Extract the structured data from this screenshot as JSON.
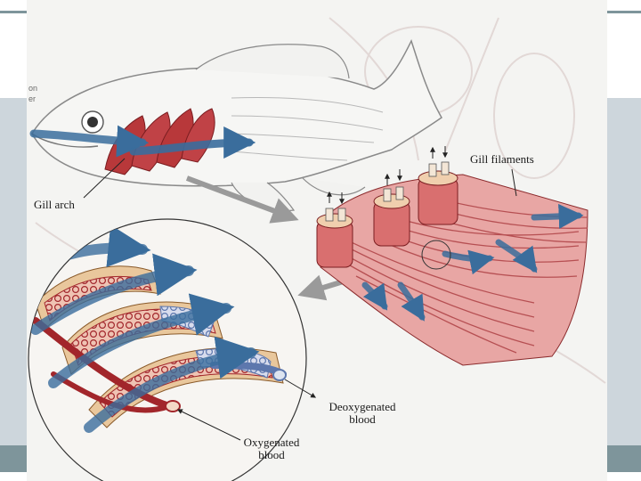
{
  "labels": {
    "gill_filaments": "Gill filaments",
    "gill_arch": "Gill arch",
    "deoxygenated_line1": "Deoxygenated",
    "deoxygenated_line2": "blood",
    "oxygenated_line1": "Oxygenated",
    "oxygenated_line2": "blood"
  },
  "edge_fragments": {
    "top": "on",
    "bottom": "er"
  },
  "colors": {
    "slide_background": "#ffffff",
    "slide_band": "#cdd6dc",
    "slide_band_accent": "#7e959b",
    "page_background": "#f4f4f2",
    "fish_outline": "#8a8a8a",
    "gill_red": "#b8383a",
    "filament_red": "#d8787a",
    "water_arrow": "#3a6d9c",
    "capillary_red": "#a2262b",
    "capillary_blue": "#5d77ad",
    "cartilage_tan": "#e9c79c"
  }
}
